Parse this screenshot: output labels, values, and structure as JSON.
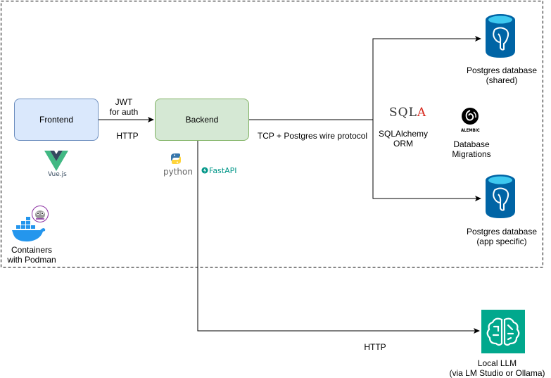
{
  "nodes": {
    "frontend": {
      "label": "Frontend",
      "fill": "#dae8fc",
      "stroke": "#6c8ebf"
    },
    "backend": {
      "label": "Backend",
      "fill": "#d5e8d4",
      "stroke": "#82b366"
    },
    "db_shared": {
      "label_line1": "Postgres database",
      "label_line2": "(shared)"
    },
    "db_app": {
      "label_line1": "Postgres database",
      "label_line2": "(app specific)"
    },
    "llm": {
      "label_line1": "Local LLM",
      "label_line2": "(via LM Studio or Ollama)"
    },
    "orm": {
      "label_line1": "SQLAlchemy",
      "label_line2": "ORM"
    },
    "migrations": {
      "label_line1": "Database",
      "label_line2": "Migrations"
    },
    "containers": {
      "label_line1": "Containers",
      "label_line2": "with Podman"
    }
  },
  "edges": {
    "frontend_backend": {
      "label_top_1": "JWT",
      "label_top_2": "for auth",
      "label_bottom": "HTTP"
    },
    "backend_db": {
      "label": "TCP + Postgres wire protocol"
    },
    "backend_llm": {
      "label": "HTTP"
    }
  },
  "logos": {
    "vue": "Vue.js",
    "python": "python",
    "fastapi": "FastAPI",
    "sqlalchemy_prefix": "SQL",
    "sqlalchemy_suffix": "A",
    "alembic": "ALEMBIC"
  },
  "colors": {
    "postgres_blue": "#0064a5",
    "postgres_top": "#3ec9f0",
    "llm_green": "#01a88d",
    "vue_green": "#41b883",
    "vue_dark": "#35495e",
    "docker_blue": "#2496ed",
    "fastapi_teal": "#009688"
  }
}
